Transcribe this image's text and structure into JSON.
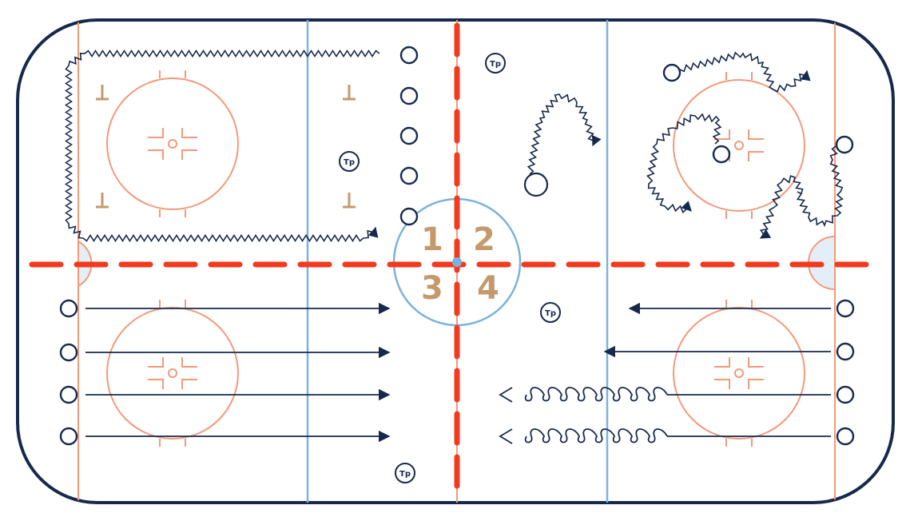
{
  "diagram": {
    "type": "hockey-drill",
    "zone_labels": [
      "1",
      "2",
      "3",
      "4"
    ],
    "coach_label": "Tp",
    "colors": {
      "boards": "#16294d",
      "blue_line": "#7ab3dd",
      "goal_line": "#f29a79",
      "red_line": "#f23a1f",
      "faceoff_circle": "#f29a79",
      "zone_number": "#c49a6c",
      "crease_fill": "#e4eef8",
      "path": "#16294d"
    },
    "icons": [
      "player-icon",
      "coach-icon",
      "pylon-icon",
      "puck-icon"
    ]
  }
}
